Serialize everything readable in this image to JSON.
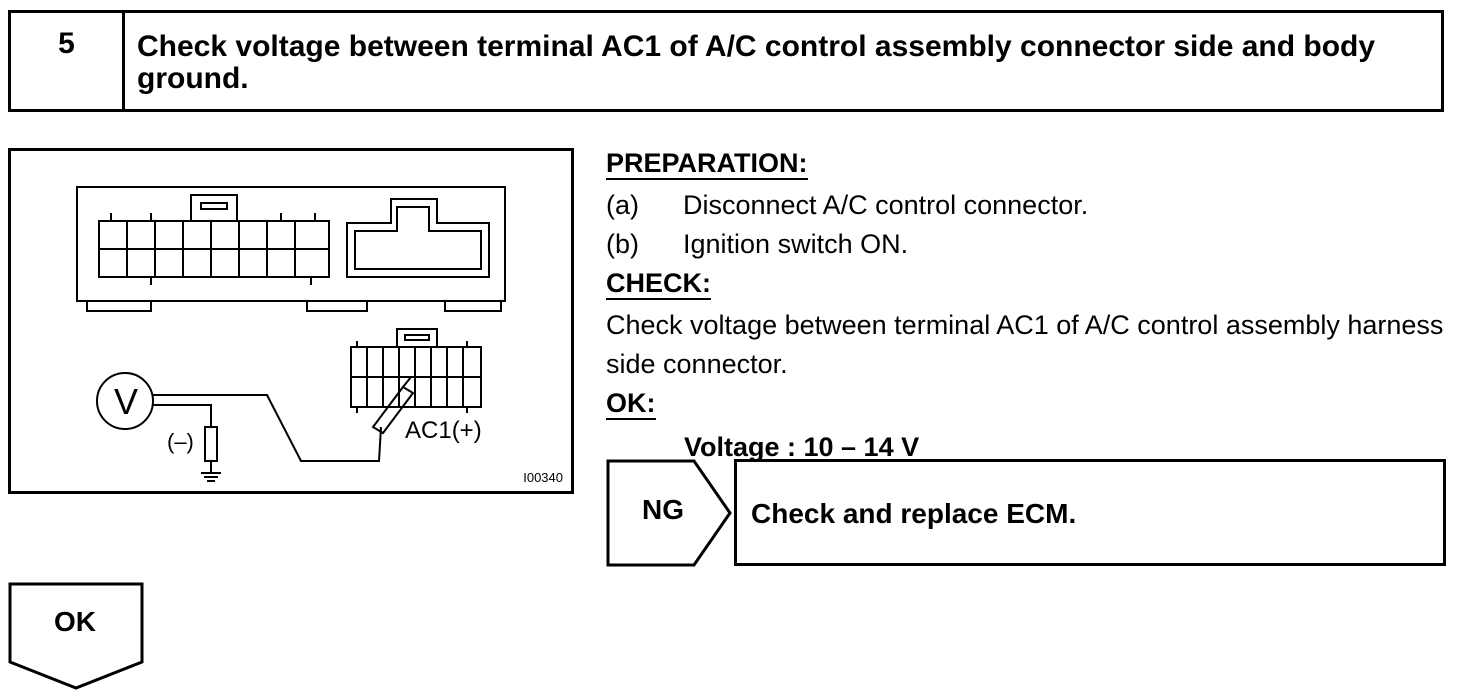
{
  "header": {
    "step_number": "5",
    "title": "Check voltage between terminal AC1 of A/C control assembly connector side and body ground."
  },
  "diagram": {
    "voltmeter": "V",
    "ground_label": "(–)",
    "terminal_label": "AC1(+)",
    "figure_id": "I00340"
  },
  "instructions": {
    "preparation_heading": "PREPARATION:",
    "steps": [
      {
        "letter": "(a)",
        "text": "Disconnect A/C control connector."
      },
      {
        "letter": "(b)",
        "text": "Ignition switch ON."
      }
    ],
    "check_heading": "CHECK:",
    "check_text": "Check voltage between terminal AC1 of A/C control assembly harness side connector.",
    "ok_heading": "OK:",
    "spec": "Voltage : 10 – 14 V"
  },
  "ng_branch": {
    "label": "NG",
    "action": "Check and replace ECM."
  },
  "ok_branch": {
    "label": "OK"
  }
}
